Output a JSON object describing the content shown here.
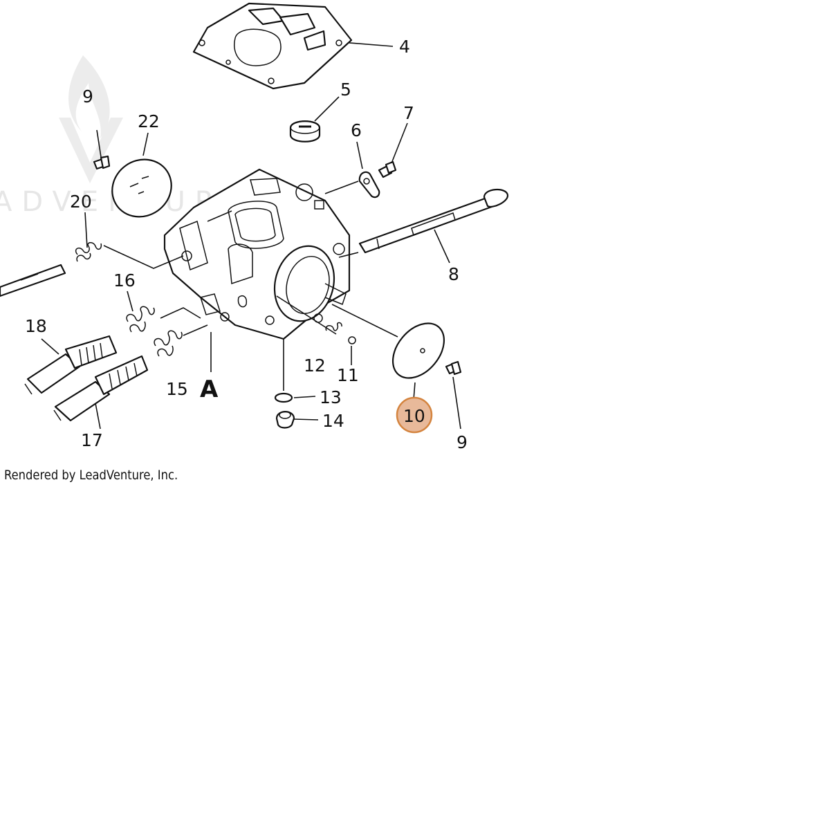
{
  "watermark": {
    "text": "ADVENTURE"
  },
  "credit": "Rendered by LeadVenture, Inc.",
  "callouts": [
    {
      "id": "4",
      "label": "4"
    },
    {
      "id": "5",
      "label": "5"
    },
    {
      "id": "6",
      "label": "6"
    },
    {
      "id": "7",
      "label": "7"
    },
    {
      "id": "8",
      "label": "8"
    },
    {
      "id": "9-top",
      "label": "9"
    },
    {
      "id": "9-bottom",
      "label": "9"
    },
    {
      "id": "10",
      "label": "10",
      "highlighted": true
    },
    {
      "id": "11",
      "label": "11"
    },
    {
      "id": "12",
      "label": "12"
    },
    {
      "id": "13",
      "label": "13"
    },
    {
      "id": "14",
      "label": "14"
    },
    {
      "id": "15",
      "label": "15"
    },
    {
      "id": "16",
      "label": "16"
    },
    {
      "id": "17",
      "label": "17"
    },
    {
      "id": "18",
      "label": "18"
    },
    {
      "id": "20",
      "label": "20"
    },
    {
      "id": "22",
      "label": "22"
    },
    {
      "id": "A",
      "label": "A"
    }
  ],
  "colors": {
    "highlight_fill": "#e8b99a",
    "highlight_stroke": "#d4843f",
    "ink": "#111111",
    "watermark": "#e6e6e6"
  }
}
